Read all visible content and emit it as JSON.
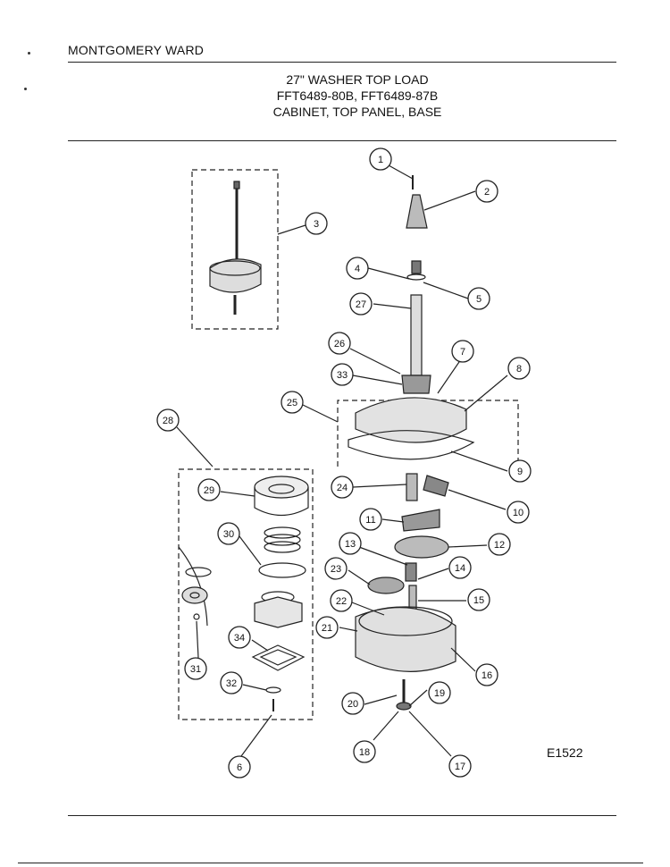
{
  "header": {
    "brand": "MONTGOMERY WARD",
    "title_line1": "27\" WASHER TOP LOAD",
    "title_line2": "FFT6489-80B, FFT6489-87B",
    "title_line3": "CABINET, TOP PANEL, BASE"
  },
  "diagram_code": "E1522",
  "callouts": [
    "1",
    "2",
    "3",
    "4",
    "5",
    "27",
    "26",
    "7",
    "8",
    "33",
    "25",
    "28",
    "9",
    "24",
    "10",
    "29",
    "11",
    "12",
    "30",
    "13",
    "14",
    "23",
    "15",
    "22",
    "21",
    "34",
    "16",
    "31",
    "32",
    "20",
    "19",
    "18",
    "17",
    "6"
  ]
}
